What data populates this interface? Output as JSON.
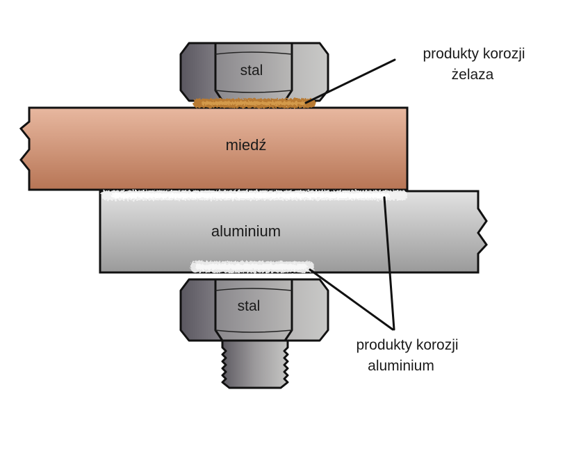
{
  "labels": {
    "bolt_head": "stal",
    "nut": "stal",
    "copper_plate": "miedź",
    "aluminium_plate": "aluminium",
    "iron_corrosion_line1": "produkty korozji",
    "iron_corrosion_line2": "żelaza",
    "al_corrosion_line1": "produkty korozji",
    "al_corrosion_line2": "aluminium"
  },
  "colors": {
    "copper_top": "#e8b8a0",
    "copper_bottom": "#b77555",
    "aluminium_top": "#dedede",
    "aluminium_bottom": "#9a9a9a",
    "steel_light": "#c8c8c8",
    "steel_dark": "#5e5b62",
    "iron_rust": "#b87a30",
    "al_corrosion": "#eeeeee"
  }
}
